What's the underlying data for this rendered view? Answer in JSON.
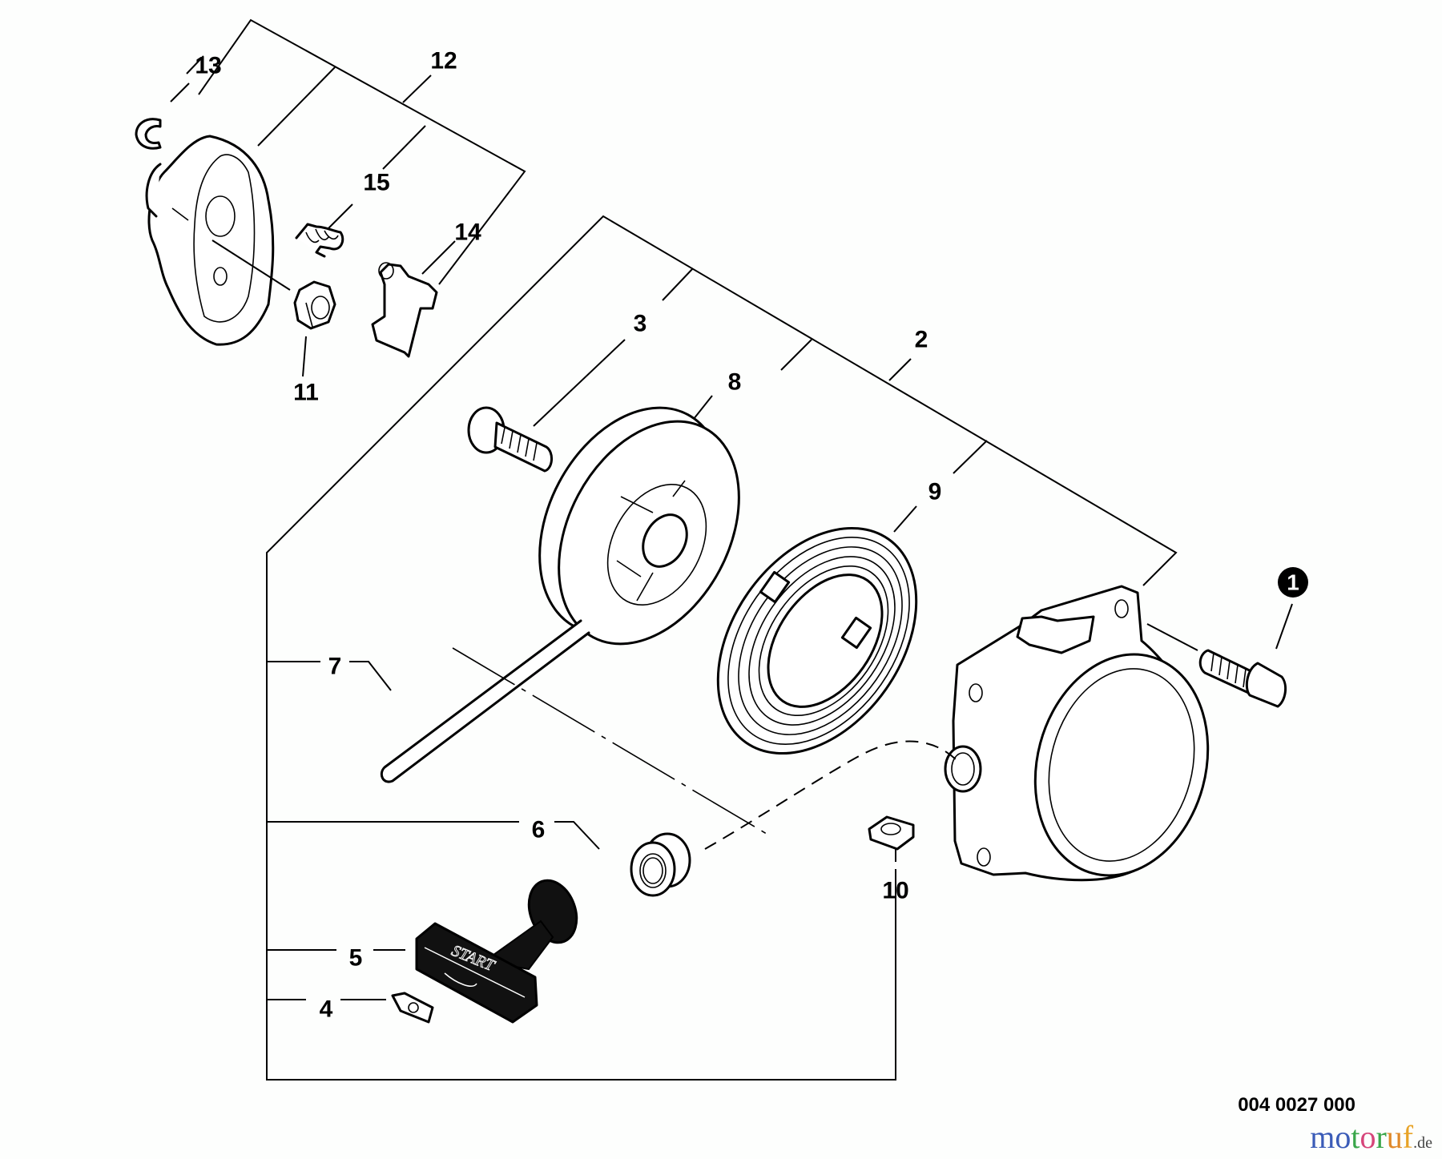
{
  "diagram": {
    "title": "Recoil starter exploded view",
    "callouts": [
      {
        "id": "1",
        "text": "1",
        "style": "circled-filled"
      },
      {
        "id": "2",
        "text": "2"
      },
      {
        "id": "3",
        "text": "3"
      },
      {
        "id": "4",
        "text": "4"
      },
      {
        "id": "5",
        "text": "5"
      },
      {
        "id": "6",
        "text": "6"
      },
      {
        "id": "7",
        "text": "7"
      },
      {
        "id": "8",
        "text": "8"
      },
      {
        "id": "9",
        "text": "9"
      },
      {
        "id": "10",
        "text": "10"
      },
      {
        "id": "11",
        "text": "11"
      },
      {
        "id": "12",
        "text": "12"
      },
      {
        "id": "13",
        "text": "13"
      },
      {
        "id": "14",
        "text": "14"
      },
      {
        "id": "15",
        "text": "15"
      }
    ],
    "handle_text": "START",
    "drawing_number": "004 0027 000"
  },
  "brand": {
    "letters": [
      {
        "ch": "m",
        "color": "#3b5cb8"
      },
      {
        "ch": "o",
        "color": "#3b5cb8"
      },
      {
        "ch": "t",
        "color": "#3aa64a"
      },
      {
        "ch": "o",
        "color": "#d6457a"
      },
      {
        "ch": "r",
        "color": "#3aa64a"
      },
      {
        "ch": "u",
        "color": "#e0892a"
      },
      {
        "ch": "f",
        "color": "#e8a327"
      }
    ],
    "suffix": ".de"
  }
}
